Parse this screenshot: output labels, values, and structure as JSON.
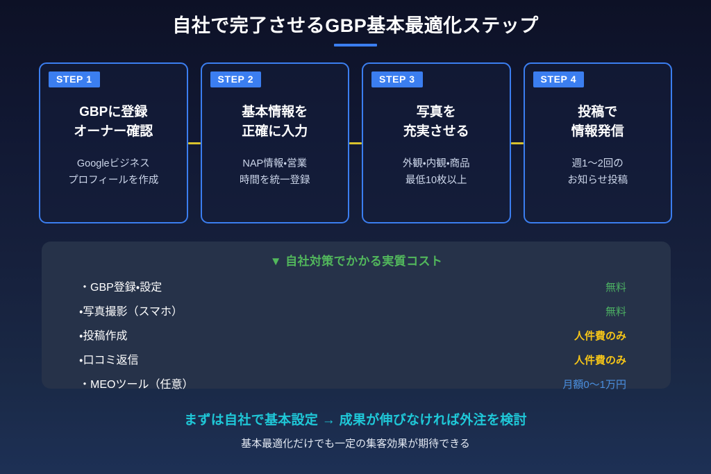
{
  "header": {
    "title": "自社で完了させるGBP基本最適化ステップ"
  },
  "steps": [
    {
      "badge": "STEP 1",
      "heading": "GBPに登録\nオーナー確認",
      "desc": "Googleビジネス\nプロフィールを作成"
    },
    {
      "badge": "STEP 2",
      "heading": "基本情報を\n正確に入力",
      "desc": "NAP情報・営業\n時間を統一登録"
    },
    {
      "badge": "STEP 3",
      "heading": "写真を\n充実させる",
      "desc": "外観・内観・商品\n最低10枚以上"
    },
    {
      "badge": "STEP 4",
      "heading": "投稿で\n情報発信",
      "desc": "週1〜2回の\nお知らせ投稿"
    }
  ],
  "cost_panel": {
    "title": "▼ 自社対策でかかる実質コスト",
    "rows": [
      {
        "label": "・GBP登録・設定",
        "value": "無料",
        "style": "free"
      },
      {
        "label": "・写真撮影（スマホ）",
        "value": "無料",
        "style": "free"
      },
      {
        "label": "・投稿作成",
        "value": "人件費のみ",
        "style": "labor"
      },
      {
        "label": "・口コミ返信",
        "value": "人件費のみ",
        "style": "labor"
      },
      {
        "label": "・MEOツール（任意）",
        "value": "月額0〜1万円",
        "style": "monthly"
      }
    ]
  },
  "footer": {
    "main": "まずは自社で基本設定 → 成果が伸びなければ外注を検討",
    "sub": "基本最適化だけでも一定の集客効果が期待できる"
  },
  "colors": {
    "accent_blue": "#3b7ef0",
    "connector_gold": "#d8c22e",
    "cost_title_green": "#52b85c",
    "value_free_green": "#4caf63",
    "value_labor_gold": "#f5c518",
    "value_monthly_blue": "#4a8fe0",
    "footer_cyan": "#1fc8d8",
    "panel_bg": "#263249"
  }
}
